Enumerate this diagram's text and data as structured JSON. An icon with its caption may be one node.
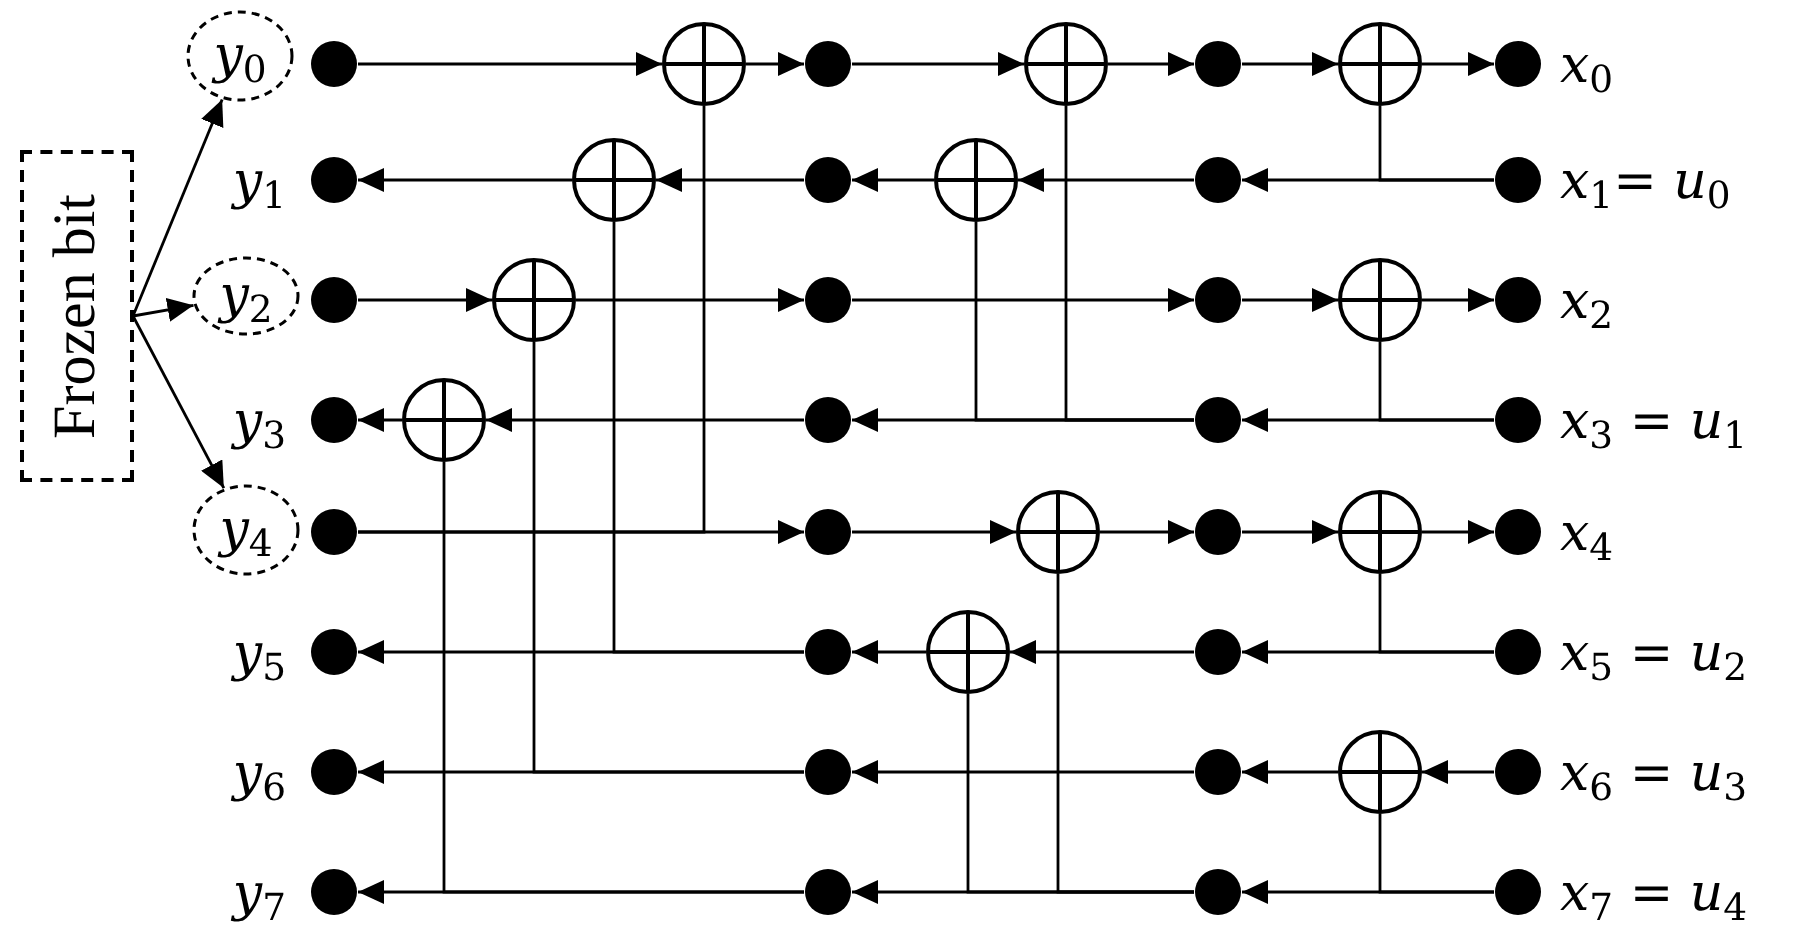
{
  "diagram": {
    "nodes": [
      {
        "text": [
          "Frozen bit"
        ]
      },
      {
        "text": [
          "y$_{0}$"
        ]
      },
      {
        "text": [],
        "shape": "dot"
      },
      {
        "text": [],
        "shape": "xor"
      },
      {
        "text": [],
        "shape": "dot"
      },
      {
        "text": [],
        "shape": "xor"
      },
      {
        "text": [],
        "shape": "dot"
      },
      {
        "text": [],
        "shape": "xor"
      },
      {
        "text": [],
        "shape": "dot",
        "beside": [
          "x$_{0}$"
        ]
      },
      {
        "text": [],
        "shape": "dot",
        "beside": [
          "y$_{1}$"
        ]
      },
      {
        "text": [],
        "shape": "xor"
      },
      {
        "text": [],
        "shape": "dot"
      },
      {
        "text": [],
        "shape": "xor"
      },
      {
        "text": [],
        "shape": "dot"
      },
      {
        "text": [],
        "shape": "dot",
        "beside": [
          "x$_{1}$= u$_{0}$"
        ]
      },
      {
        "text": [
          "y$_{2}$"
        ]
      },
      {
        "text": [],
        "shape": "dot"
      },
      {
        "text": [],
        "shape": "xor"
      },
      {
        "text": [],
        "shape": "dot"
      },
      {
        "text": [],
        "shape": "dot"
      },
      {
        "text": [],
        "shape": "xor"
      },
      {
        "text": [],
        "shape": "dot",
        "beside": [
          "x$_{2}$"
        ]
      },
      {
        "text": [],
        "shape": "dot",
        "beside": [
          "y$_{3}$"
        ]
      },
      {
        "text": [],
        "shape": "xor"
      },
      {
        "text": [],
        "shape": "dot"
      },
      {
        "text": [],
        "shape": "dot"
      },
      {
        "text": [],
        "shape": "dot",
        "beside": [
          "x$_{3}$ = u$_{1}$"
        ]
      },
      {
        "text": [
          "y$_{4}$"
        ]
      },
      {
        "text": [],
        "shape": "dot"
      },
      {
        "text": [],
        "shape": "dot"
      },
      {
        "text": [],
        "shape": "xor"
      },
      {
        "text": [],
        "shape": "dot"
      },
      {
        "text": [],
        "shape": "xor"
      },
      {
        "text": [],
        "shape": "dot",
        "beside": [
          "x$_{4}$"
        ]
      },
      {
        "text": [],
        "shape": "dot",
        "beside": [
          "y$_{5}$"
        ]
      },
      {
        "text": [],
        "shape": "dot"
      },
      {
        "text": [],
        "shape": "xor"
      },
      {
        "text": [],
        "shape": "dot"
      },
      {
        "text": [],
        "shape": "dot",
        "beside": [
          "x$_{5}$ = u$_{2}$"
        ]
      },
      {
        "text": [],
        "shape": "dot",
        "beside": [
          "y$_{6}$"
        ]
      },
      {
        "text": [],
        "shape": "dot"
      },
      {
        "text": [],
        "shape": "dot"
      },
      {
        "text": [],
        "shape": "xor"
      },
      {
        "text": [],
        "shape": "dot",
        "beside": [
          "x$_{6}$ = u$_{3}$"
        ]
      },
      {
        "text": [],
        "shape": "dot",
        "beside": [
          "y$_{7}$"
        ]
      },
      {
        "text": [],
        "shape": "dot"
      },
      {
        "text": [],
        "shape": "dot"
      },
      {
        "text": [],
        "shape": "dot",
        "beside": [
          "x$_{7}$ = u$_{4}$"
        ]
      }
    ],
    "edges": [
      {
        "from": 0,
        "to": 1,
        "arrow": "to"
      },
      {
        "from": 0,
        "to": 15,
        "arrow": "to"
      },
      {
        "from": 0,
        "to": 27,
        "arrow": "to"
      },
      {
        "from": 2,
        "to": 3,
        "arrow": "to"
      },
      {
        "from": 3,
        "to": 4,
        "arrow": "to"
      },
      {
        "from": 4,
        "to": 5,
        "arrow": "to"
      },
      {
        "from": 5,
        "to": 6,
        "arrow": "to"
      },
      {
        "from": 6,
        "to": 7,
        "arrow": "to"
      },
      {
        "from": 7,
        "to": 8,
        "arrow": "to"
      },
      {
        "from": 14,
        "to": 13,
        "arrow": "to"
      },
      {
        "from": 13,
        "to": 12,
        "arrow": "to"
      },
      {
        "from": 12,
        "to": 11,
        "arrow": "to"
      },
      {
        "from": 11,
        "to": 10,
        "arrow": "to"
      },
      {
        "from": 10,
        "to": 9,
        "arrow": "to"
      },
      {
        "from": 16,
        "to": 17,
        "arrow": "to"
      },
      {
        "from": 17,
        "to": 18,
        "arrow": "to"
      },
      {
        "from": 18,
        "to": 19,
        "arrow": "to"
      },
      {
        "from": 19,
        "to": 20,
        "arrow": "to"
      },
      {
        "from": 20,
        "to": 21,
        "arrow": "to"
      },
      {
        "from": 26,
        "to": 25,
        "arrow": "to"
      },
      {
        "from": 25,
        "to": 24,
        "arrow": "to"
      },
      {
        "from": 24,
        "to": 23,
        "arrow": "to"
      },
      {
        "from": 23,
        "to": 22,
        "arrow": "to"
      },
      {
        "from": 28,
        "to": 29,
        "arrow": "to"
      },
      {
        "from": 29,
        "to": 30,
        "arrow": "to"
      },
      {
        "from": 30,
        "to": 31,
        "arrow": "to"
      },
      {
        "from": 31,
        "to": 32,
        "arrow": "to"
      },
      {
        "from": 32,
        "to": 33,
        "arrow": "to"
      },
      {
        "from": 38,
        "to": 37,
        "arrow": "to"
      },
      {
        "from": 37,
        "to": 36,
        "arrow": "to"
      },
      {
        "from": 36,
        "to": 35,
        "arrow": "to"
      },
      {
        "from": 35,
        "to": 34,
        "arrow": "to"
      },
      {
        "from": 43,
        "to": 42,
        "arrow": "to"
      },
      {
        "from": 42,
        "to": 41,
        "arrow": "to"
      },
      {
        "from": 41,
        "to": 40,
        "arrow": "to"
      },
      {
        "from": 40,
        "to": 39,
        "arrow": "to"
      },
      {
        "from": 47,
        "to": 46,
        "arrow": "to"
      },
      {
        "from": 46,
        "to": 45,
        "arrow": "to"
      },
      {
        "from": 45,
        "to": 44,
        "arrow": "to"
      },
      {
        "from": 28,
        "to": 3,
        "arrow": "none"
      },
      {
        "from": 35,
        "to": 10,
        "arrow": "none"
      },
      {
        "from": 40,
        "to": 17,
        "arrow": "none"
      },
      {
        "from": 45,
        "to": 23,
        "arrow": "none"
      },
      {
        "from": 25,
        "to": 5,
        "arrow": "none"
      },
      {
        "from": 25,
        "to": 12,
        "arrow": "none"
      },
      {
        "from": 46,
        "to": 30,
        "arrow": "none"
      },
      {
        "from": 46,
        "to": 36,
        "arrow": "none"
      },
      {
        "from": 14,
        "to": 7,
        "arrow": "none"
      },
      {
        "from": 26,
        "to": 20,
        "arrow": "none"
      },
      {
        "from": 38,
        "to": 32,
        "arrow": "none"
      },
      {
        "from": 47,
        "to": 42,
        "arrow": "none"
      }
    ]
  }
}
